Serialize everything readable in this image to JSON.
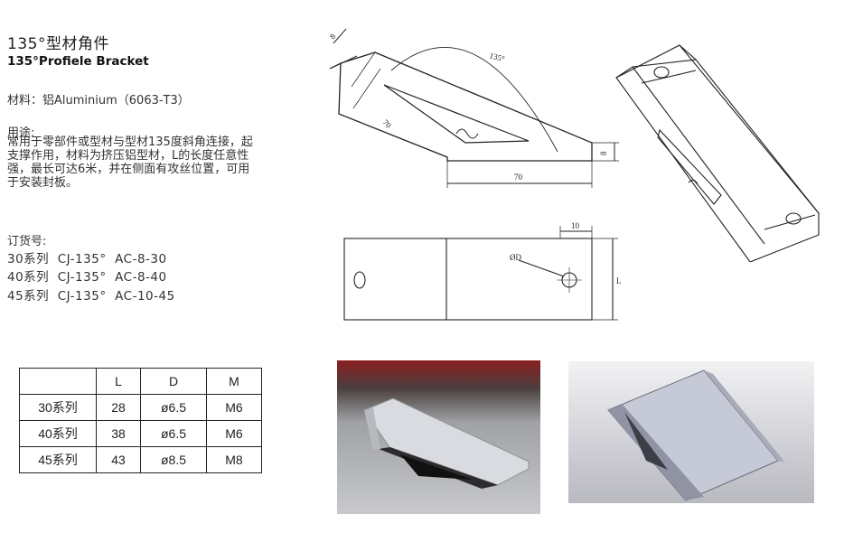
{
  "header": {
    "title_cn": "135°型材角件",
    "title_en": "135°Profiele Bracket"
  },
  "material": "材料：铝Aluminium（6063-T3）",
  "usage": {
    "heading": "用途:",
    "lines": [
      "常用于零部件或型材与型材135度斜角连接，起",
      "支撑作用，材料为挤压铝型材，L的长度任意性",
      "强，最长可达6米，并在侧面有攻丝位置，可用",
      "于安装封板。"
    ]
  },
  "order": {
    "heading": "订货号:",
    "items": [
      "30系列  CJ-135°  AC-8-30",
      "40系列  CJ-135°  AC-8-40",
      "45系列  CJ-135°  AC-10-45"
    ]
  },
  "drawing": {
    "dim_8_top": "8",
    "dim_135": "135°",
    "dim_70_diag": "70",
    "dim_70_bottom": "70",
    "dim_8_right": "8",
    "dim_10": "10",
    "dim_d": "ØD",
    "dim_l": "L"
  },
  "spec_table": {
    "headers": [
      "",
      "L",
      "D",
      "M"
    ],
    "rows": [
      [
        "30系列",
        "28",
        "ø6.5",
        "M6"
      ],
      [
        "40系列",
        "38",
        "ø6.5",
        "M6"
      ],
      [
        "45系列",
        "43",
        "ø8.5",
        "M8"
      ]
    ]
  },
  "colors": {
    "line": "#222222",
    "aluminium": "#c9ccd2",
    "render_bg": "#d8d9dd"
  }
}
